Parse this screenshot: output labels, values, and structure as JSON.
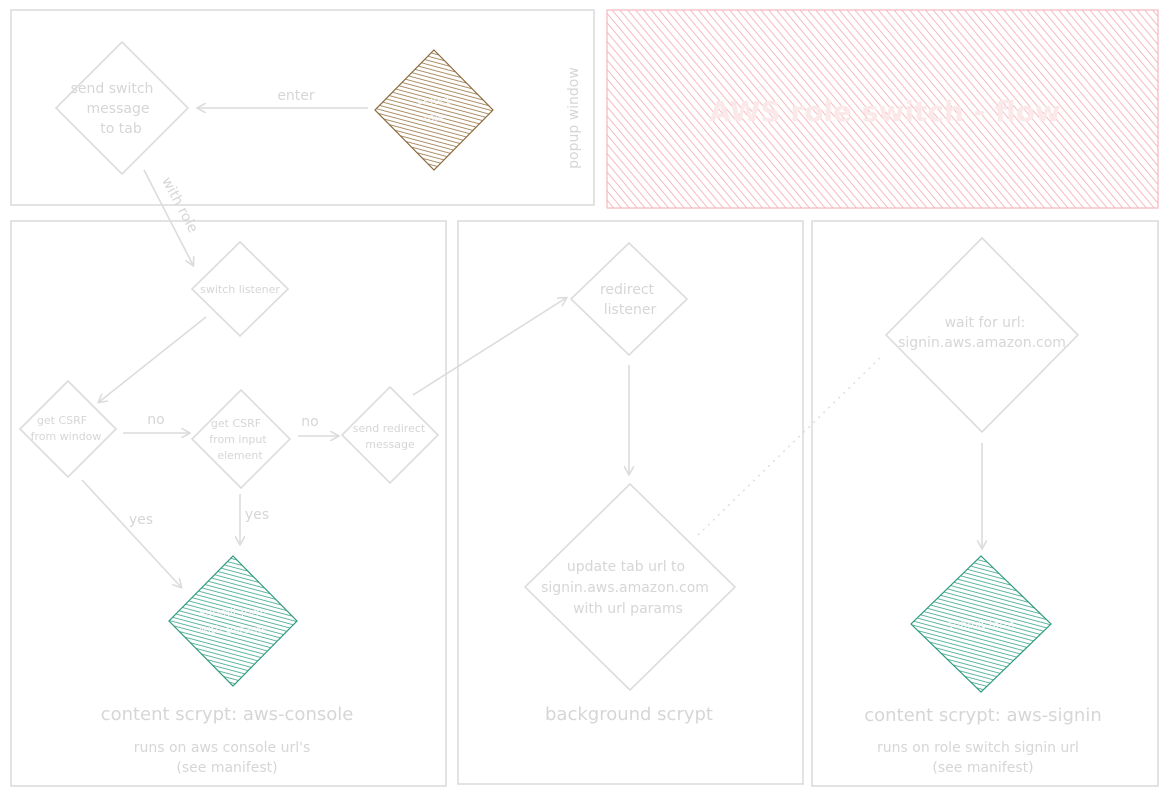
{
  "title": "AWS role switch - flow",
  "colors": {
    "stroke": "#dcdcdc",
    "title_fill": "#f7b9c0",
    "start_fill": "#a07a4a",
    "end_fill": "#3aa58a"
  },
  "sections": {
    "popup": {
      "label": "popup window"
    },
    "aws_console": {
      "title": "content scrypt: aws-console",
      "subtitle_1": "runs on aws console url's",
      "subtitle_2": "(see manifest)"
    },
    "background": {
      "title": "background scrypt"
    },
    "aws_signin": {
      "title": "content scrypt: aws-signin",
      "subtitle_1": "runs on role switch signin url",
      "subtitle_2": "(see manifest)"
    }
  },
  "nodes": {
    "start": {
      "line1": "select",
      "line2": "role"
    },
    "send_switch": {
      "line1": "send switch",
      "line2": "message",
      "line3": "to tab"
    },
    "switch_listener": {
      "line1": "switch listener"
    },
    "csrf_window": {
      "line1": "get CSRF",
      "line2": "from window"
    },
    "csrf_input": {
      "line1": "get CSRF",
      "line2": "from input",
      "line3": "element"
    },
    "send_redirect": {
      "line1": "send redirect",
      "line2": "message"
    },
    "submit_form": {
      "line1": "submit form",
      "line2": "with params"
    },
    "redirect_listener": {
      "line1": "redirect",
      "line2": "listener"
    },
    "update_tab": {
      "line1": "update tab url to",
      "line2": "signin.aws.amazon.com",
      "line3": "with url params"
    },
    "wait_url": {
      "line1": "wait for url:",
      "line2": "signin.aws.amazon.com"
    },
    "submit_form_2": {
      "line1": "submit form"
    }
  },
  "edges": {
    "enter": "enter",
    "with_role": "with role",
    "no_1": "no",
    "no_2": "no",
    "yes_1": "yes",
    "yes_2": "yes"
  }
}
